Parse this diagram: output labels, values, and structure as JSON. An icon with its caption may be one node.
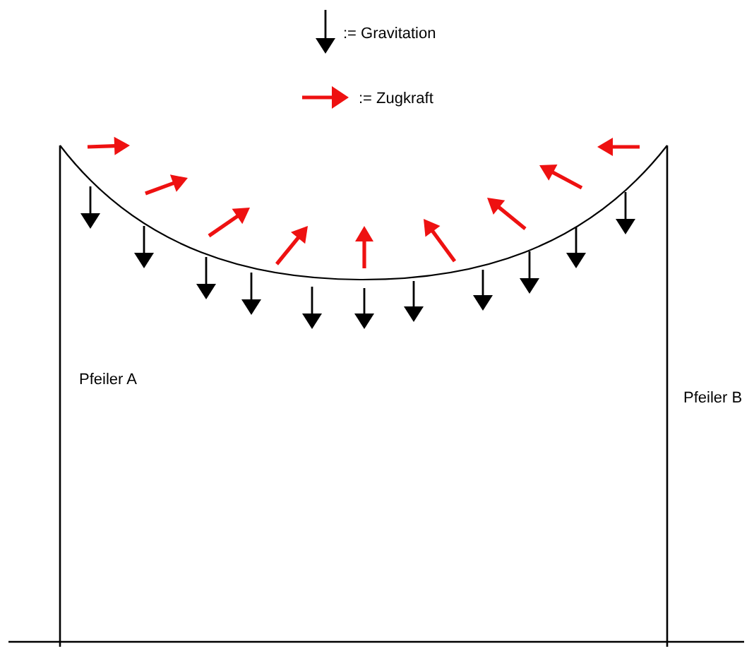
{
  "diagram": {
    "labels": [
      "Pfeiler A",
      "Pfeiler B"
    ],
    "legend": [
      {
        "text": ":= Gravitation"
      },
      {
        "text": ":= Zugkraft"
      }
    ]
  }
}
